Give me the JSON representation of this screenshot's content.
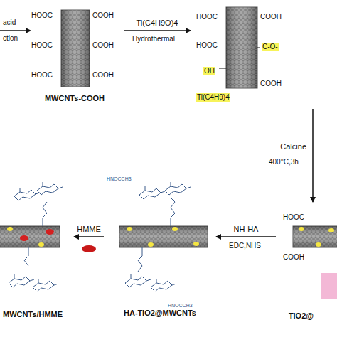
{
  "diagram": {
    "nodes": [
      {
        "text": [
          "MWCNTs-COOH"
        ]
      },
      {
        "text": [
          "C-O-",
          "OH",
          "Ti(C4H9)4"
        ]
      },
      {
        "text": [
          "TiO2@"
        ]
      },
      {
        "text": [
          "HA-TiO2@MWCNTs"
        ]
      },
      {
        "text": [
          "MWCNTs/HMME"
        ]
      }
    ],
    "edges": [
      {
        "from": 0,
        "to": 1,
        "arrow": "to",
        "label": "Ti(C4H9O)4"
      },
      {
        "from": 1,
        "to": 2,
        "arrow": "to",
        "label": "Calcine"
      },
      {
        "from": 2,
        "to": 3,
        "arrow": "to",
        "label": "NH-HA"
      },
      {
        "from": 3,
        "to": 4,
        "arrow": "to",
        "label": "HMME"
      }
    ],
    "labels": [
      "acid",
      "ction",
      "HOOC",
      "HOOC",
      "HOOC",
      "COOH",
      "COOH",
      "COOH",
      "HOOC",
      "HOOC",
      "COOH",
      "COOH",
      "Hydrothermal",
      "400°C,3h",
      "EDC,NHS",
      "HOOC",
      "COOH",
      "HNOCCH3",
      "HNOCCH3"
    ]
  }
}
